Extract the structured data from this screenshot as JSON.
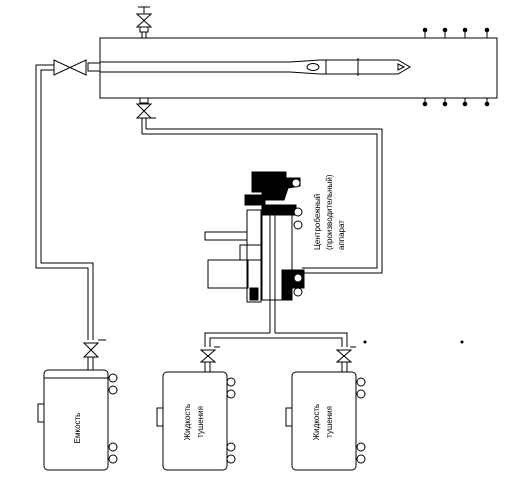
{
  "labels": {
    "centrifuge_line1": "Центробежный",
    "centrifuge_line2": "(производительный)",
    "centrifuge_line3": "аппарат",
    "tank_left": "Емкость",
    "tank_mid_line1": "Жидкость",
    "tank_mid_line2": "тушения",
    "tank_right_line1": "Жидкость",
    "tank_right_line2": "тушения"
  }
}
